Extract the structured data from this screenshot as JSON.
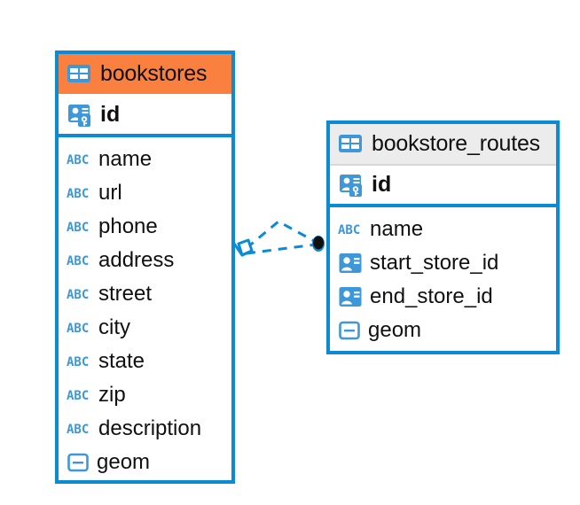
{
  "diagram": {
    "type": "entity-relationship-diagram",
    "background": "#ffffff",
    "colors": {
      "border_blue": "#0b8bd4",
      "icon_blue": "#3d97d8",
      "header_orange": "#f9803e",
      "header_gray": "#ececec",
      "text": "#101010",
      "connector_blue": "#0b8bd4",
      "connector_endpoint": "#101010"
    },
    "entities": [
      {
        "name": "bookstores",
        "header_style": "orange",
        "header_icon": "table-icon",
        "primary_key": {
          "name": "id",
          "icon": "primary-key-icon"
        },
        "fields": [
          {
            "name": "name",
            "icon": "abc-text-icon"
          },
          {
            "name": "url",
            "icon": "abc-text-icon"
          },
          {
            "name": "phone",
            "icon": "abc-text-icon"
          },
          {
            "name": "address",
            "icon": "abc-text-icon"
          },
          {
            "name": "street",
            "icon": "abc-text-icon"
          },
          {
            "name": "city",
            "icon": "abc-text-icon"
          },
          {
            "name": "state",
            "icon": "abc-text-icon"
          },
          {
            "name": "zip",
            "icon": "abc-text-icon"
          },
          {
            "name": "description",
            "icon": "abc-text-icon"
          },
          {
            "name": "geom",
            "icon": "geometry-icon"
          }
        ]
      },
      {
        "name": "bookstore_routes",
        "header_style": "gray",
        "header_icon": "table-icon",
        "primary_key": {
          "name": "id",
          "icon": "primary-key-icon"
        },
        "fields": [
          {
            "name": "name",
            "icon": "abc-text-icon"
          },
          {
            "name": "start_store_id",
            "icon": "foreign-key-icon"
          },
          {
            "name": "end_store_id",
            "icon": "foreign-key-icon"
          },
          {
            "name": "geom",
            "icon": "geometry-icon"
          }
        ]
      }
    ],
    "relationship": {
      "from_entity": "bookstores",
      "to_entity": "bookstore_routes",
      "from_marker": "crows-foot-diamond",
      "to_marker": "filled-circle",
      "line_style": "dashed"
    }
  }
}
